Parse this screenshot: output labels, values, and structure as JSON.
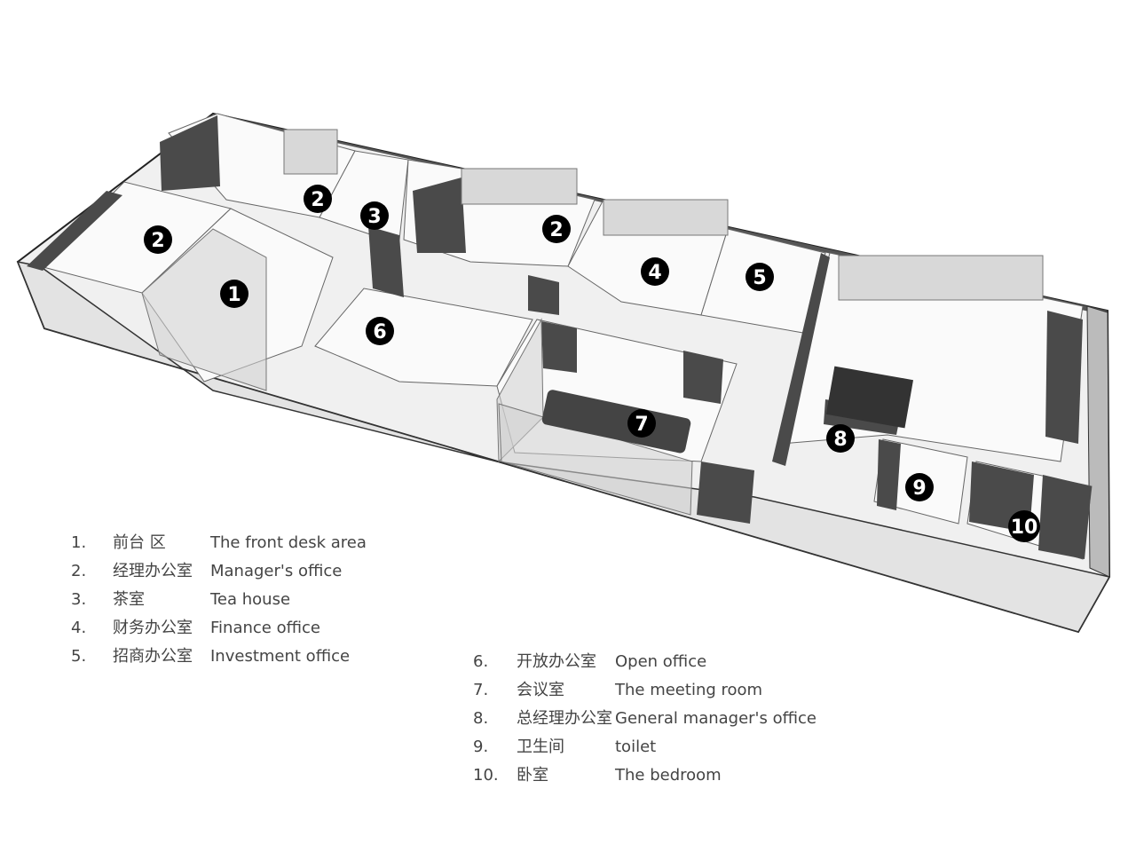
{
  "room_markers": [
    {
      "number": "1"
    },
    {
      "number": "2"
    },
    {
      "number": "2"
    },
    {
      "number": "2"
    },
    {
      "number": "3"
    },
    {
      "number": "4"
    },
    {
      "number": "5"
    },
    {
      "number": "6"
    },
    {
      "number": "7"
    },
    {
      "number": "8"
    },
    {
      "number": "9"
    },
    {
      "number": "10"
    }
  ],
  "legend_left": [
    {
      "num": "1.",
      "zh": "前台 区",
      "en": "The front desk area"
    },
    {
      "num": "2.",
      "zh": "经理办公室",
      "en": "Manager's office"
    },
    {
      "num": "3.",
      "zh": "茶室",
      "en": "Tea house"
    },
    {
      "num": "4.",
      "zh": "财务办公室",
      "en": "Finance office"
    },
    {
      "num": "5.",
      "zh": "招商办公室",
      "en": "Investment office"
    }
  ],
  "legend_right": [
    {
      "num": "6.",
      "zh": "开放办公室",
      "en": "Open office"
    },
    {
      "num": "7.",
      "zh": "会议室",
      "en": "The meeting room"
    },
    {
      "num": "8.",
      "zh": "总经理办公室",
      "en": "General manager's office"
    },
    {
      "num": "9.",
      "zh": "卫生间",
      "en": "toilet"
    },
    {
      "num": "10.",
      "zh": "卧室",
      "en": "The bedroom"
    }
  ]
}
